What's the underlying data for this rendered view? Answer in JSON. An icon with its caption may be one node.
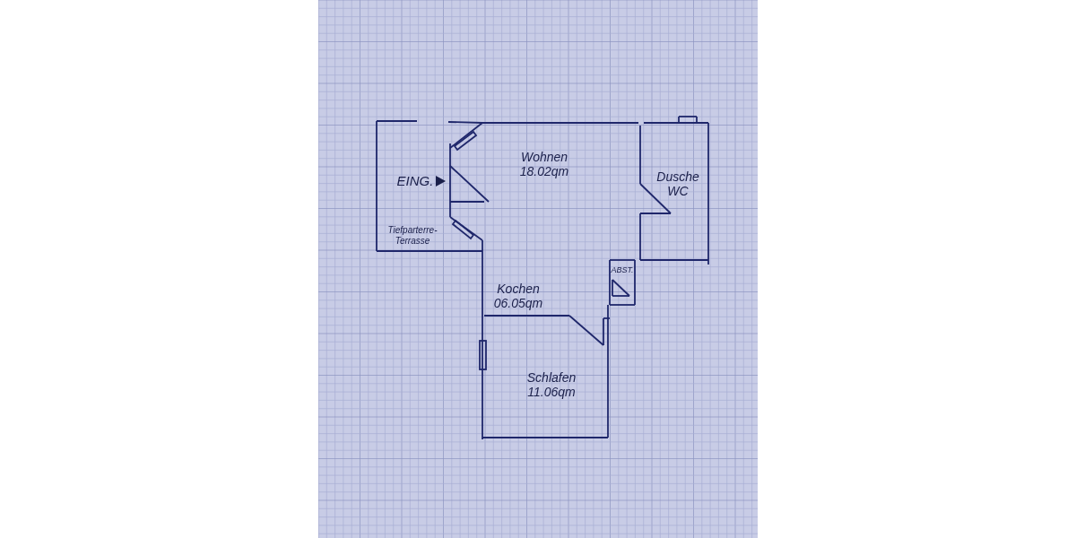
{
  "diagram": {
    "labels": [
      "EING.",
      "Wohnen 18.02qm",
      "Dusche WC",
      "Tiefparterre- Terrasse",
      "ABST.",
      "Kochen 06.05qm",
      "Schlafen 11.06qm"
    ]
  }
}
